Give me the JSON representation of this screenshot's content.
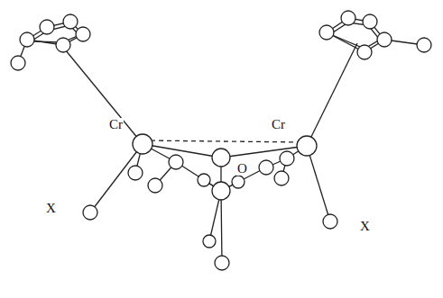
{
  "diagram": {
    "labels": [
      "Cr",
      "Cr",
      "O",
      "X",
      "X"
    ]
  }
}
